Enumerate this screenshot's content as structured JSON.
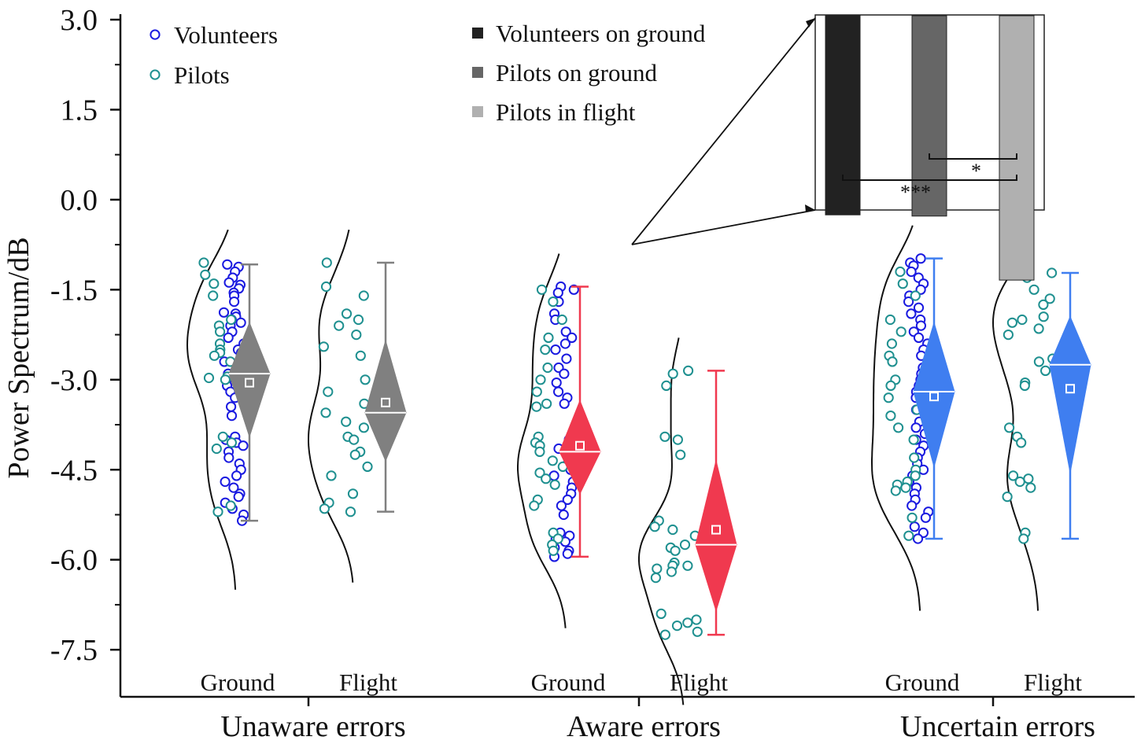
{
  "colors": {
    "volunteers": "#1a1ae0",
    "pilots": "#1f9090",
    "unaware": "#808080",
    "aware": "#f0394f",
    "uncertain": "#3f7ef0",
    "volunteers_on_ground": "#222222",
    "pilots_on_ground": "#666666",
    "pilots_in_flight": "#b0b0b0",
    "curve": "#111111"
  },
  "chart_data": {
    "type": "violin-scatter-box",
    "ylabel": "Power Spectrum/dB",
    "ylim": [
      -8.2,
      3.0
    ],
    "yticks": [
      "3.0",
      "1.5",
      "0.0",
      "-1.5",
      "-3.0",
      "-4.5",
      "-6.0",
      "-7.5"
    ],
    "legend_points": [
      {
        "label": "Volunteers",
        "color_key": "volunteers"
      },
      {
        "label": "Pilots",
        "color_key": "pilots"
      }
    ],
    "legend_bars": [
      {
        "label": "Volunteers on ground",
        "color_key": "volunteers_on_ground"
      },
      {
        "label": "Pilots on ground",
        "color_key": "pilots_on_ground"
      },
      {
        "label": "Pilots in flight",
        "color_key": "pilots_in_flight"
      }
    ],
    "groups": [
      {
        "label": "Unaware errors",
        "color_key": "unaware",
        "conditions": [
          {
            "label": "Ground",
            "whisker": [
              -5.35,
              -1.08
            ],
            "diamond": [
              -3.95,
              -2.05
            ],
            "median": -2.9,
            "mean": -3.05,
            "volunteers": [
              -1.08,
              -1.12,
              -1.2,
              -1.3,
              -1.38,
              -1.42,
              -1.48,
              -1.55,
              -1.6,
              -1.7,
              -1.88,
              -1.9,
              -1.95,
              -2.0,
              -2.05,
              -2.1,
              -2.2,
              -2.3,
              -2.4,
              -2.5,
              -2.55,
              -2.6,
              -2.7,
              -2.75,
              -2.8,
              -2.9,
              -2.95,
              -3.0,
              -3.05,
              -3.1,
              -3.2,
              -3.3,
              -3.45,
              -3.6,
              -3.95,
              -4.0,
              -4.05,
              -4.1,
              -4.2,
              -4.3,
              -4.4,
              -4.5,
              -4.6,
              -4.7,
              -4.8,
              -4.9,
              -4.95,
              -5.05,
              -5.15,
              -5.25,
              -5.35
            ],
            "pilots": [
              -1.05,
              -1.25,
              -1.4,
              -1.6,
              -2.0,
              -2.1,
              -2.2,
              -2.4,
              -2.5,
              -2.55,
              -2.6,
              -2.7,
              -2.95,
              -2.97,
              -3.0,
              -3.95,
              -4.05,
              -4.15,
              -5.1,
              -5.2
            ]
          },
          {
            "label": "Flight",
            "whisker": [
              -5.2,
              -1.05
            ],
            "diamond": [
              -4.35,
              -2.35
            ],
            "median": -3.55,
            "mean": -3.38,
            "volunteers": [],
            "pilots": [
              -1.05,
              -1.45,
              -1.6,
              -1.9,
              -2.0,
              -2.1,
              -2.25,
              -2.45,
              -2.6,
              -3.0,
              -3.2,
              -3.4,
              -3.55,
              -3.7,
              -3.8,
              -3.95,
              -4.0,
              -4.2,
              -4.25,
              -4.45,
              -4.6,
              -4.9,
              -5.05,
              -5.15,
              -5.2
            ]
          }
        ]
      },
      {
        "label": "Aware errors",
        "color_key": "aware",
        "conditions": [
          {
            "label": "Ground",
            "whisker": [
              -5.95,
              -1.45
            ],
            "diamond": [
              -4.9,
              -3.35
            ],
            "median": -4.2,
            "mean": -4.1,
            "volunteers": [
              -1.45,
              -1.5,
              -1.55,
              -1.7,
              -1.9,
              -2.0,
              -2.2,
              -2.3,
              -2.4,
              -2.5,
              -2.65,
              -2.8,
              -2.9,
              -3.05,
              -3.2,
              -3.3,
              -3.4,
              -3.95,
              -4.0,
              -4.05,
              -4.1,
              -4.15,
              -4.2,
              -4.3,
              -4.4,
              -4.5,
              -4.6,
              -4.7,
              -4.8,
              -4.9,
              -5.0,
              -5.1,
              -5.25,
              -5.55,
              -5.6,
              -5.65,
              -5.7,
              -5.8,
              -5.85,
              -5.9,
              -5.95
            ],
            "pilots": [
              -1.5,
              -1.7,
              -2.0,
              -2.3,
              -2.5,
              -2.8,
              -3.0,
              -3.2,
              -3.4,
              -3.45,
              -3.95,
              -4.05,
              -4.1,
              -4.2,
              -4.35,
              -4.45,
              -4.55,
              -4.65,
              -4.75,
              -5.0,
              -5.1,
              -5.55,
              -5.65,
              -5.75,
              -5.85
            ]
          },
          {
            "label": "Flight",
            "whisker": [
              -7.25,
              -2.85
            ],
            "diamond": [
              -6.85,
              -4.35
            ],
            "median": -5.75,
            "mean": -5.5,
            "volunteers": [],
            "pilots": [
              -2.85,
              -2.9,
              -3.1,
              -3.95,
              -4.0,
              -4.25,
              -5.35,
              -5.45,
              -5.5,
              -5.6,
              -5.75,
              -5.8,
              -5.85,
              -6.05,
              -6.1,
              -6.1,
              -6.15,
              -6.2,
              -6.3,
              -6.9,
              -7.0,
              -7.05,
              -7.1,
              -7.2,
              -7.25
            ]
          }
        ]
      },
      {
        "label": "Uncertain errors",
        "color_key": "uncertain",
        "conditions": [
          {
            "label": "Ground",
            "whisker": [
              -5.65,
              -0.98
            ],
            "diamond": [
              -4.45,
              -2.05
            ],
            "median": -3.2,
            "mean": -3.28,
            "volunteers": [
              -0.98,
              -1.05,
              -1.1,
              -1.2,
              -1.3,
              -1.4,
              -1.5,
              -1.6,
              -1.7,
              -1.8,
              -1.9,
              -2.0,
              -2.1,
              -2.2,
              -2.3,
              -2.4,
              -2.5,
              -2.6,
              -2.7,
              -2.8,
              -2.9,
              -3.0,
              -3.1,
              -3.2,
              -3.3,
              -3.4,
              -3.5,
              -3.6,
              -3.7,
              -3.8,
              -3.9,
              -4.0,
              -4.1,
              -4.2,
              -4.3,
              -4.4,
              -4.5,
              -4.6,
              -4.7,
              -4.8,
              -4.9,
              -5.0,
              -5.1,
              -5.2,
              -5.3,
              -5.45,
              -5.55,
              -5.65
            ],
            "pilots": [
              -1.2,
              -1.4,
              -1.6,
              -2.0,
              -2.2,
              -2.4,
              -2.6,
              -2.7,
              -3.0,
              -3.1,
              -3.3,
              -3.5,
              -3.6,
              -3.8,
              -4.0,
              -4.3,
              -4.5,
              -4.6,
              -4.7,
              -4.75,
              -4.8,
              -4.85,
              -5.3,
              -5.6
            ]
          },
          {
            "label": "Flight",
            "whisker": [
              -5.65,
              -1.22
            ],
            "diamond": [
              -4.55,
              -1.95
            ],
            "median": -2.75,
            "mean": -3.15,
            "volunteers": [],
            "pilots": [
              -1.22,
              -1.3,
              -1.5,
              -1.65,
              -1.75,
              -1.95,
              -2.0,
              -2.05,
              -2.15,
              -2.25,
              -2.65,
              -2.7,
              -2.85,
              -3.05,
              -3.1,
              -3.8,
              -3.95,
              -4.05,
              -4.6,
              -4.65,
              -4.7,
              -4.8,
              -4.95,
              -5.55,
              -5.65
            ]
          }
        ]
      }
    ],
    "inset": {
      "type": "bar",
      "series": [
        "Volunteers on ground",
        "Pilots on ground",
        "Pilots in flight"
      ],
      "bars": [
        {
          "color_key": "volunteers_on_ground",
          "value": -4.88
        },
        {
          "color_key": "pilots_on_ground",
          "value": -4.9
        },
        {
          "color_key": "pilots_in_flight",
          "value": -5.95
        }
      ],
      "value_range": [
        -8.0,
        -1.6
      ],
      "significance": [
        {
          "from": 1,
          "to": 2,
          "label": "*"
        },
        {
          "from": 0,
          "to": 2,
          "label": "***"
        }
      ]
    }
  }
}
